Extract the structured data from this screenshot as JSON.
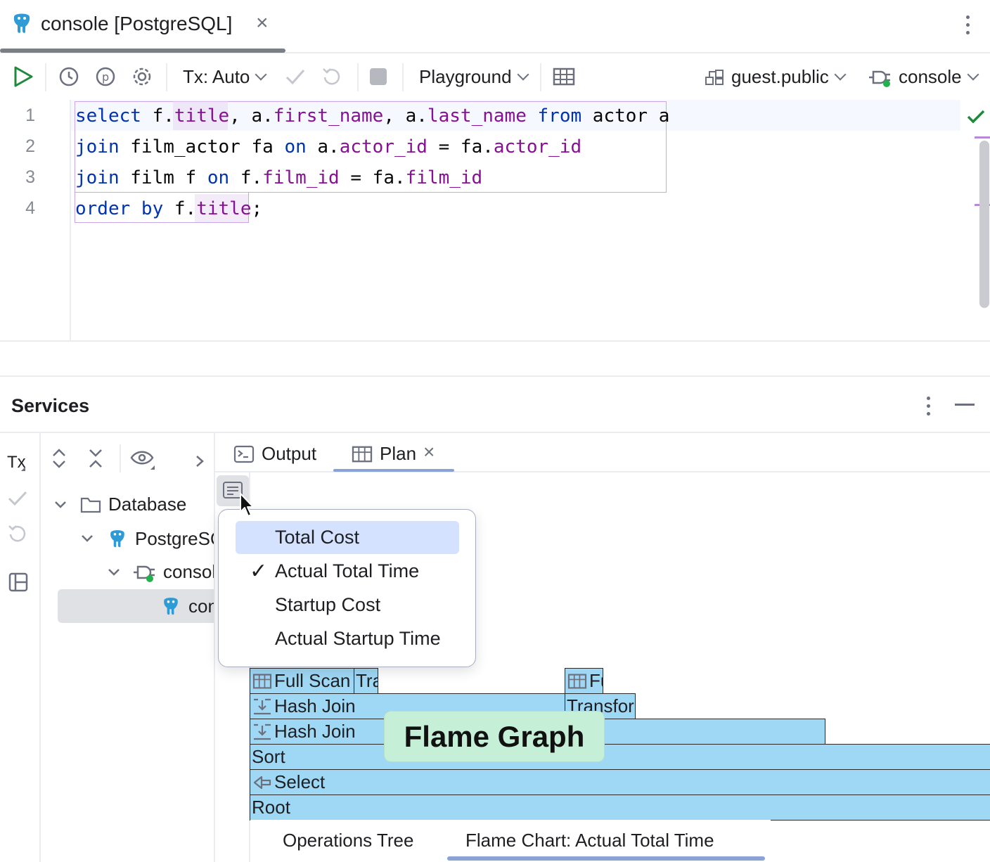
{
  "file_tab": {
    "title": "console [PostgreSQL]",
    "close": "×"
  },
  "toolbar": {
    "tx_label": "Tx: Auto",
    "playground_label": "Playground",
    "schema_label": "guest.public",
    "session_label": "console"
  },
  "editor": {
    "line_numbers": [
      "1",
      "2",
      "3",
      "4"
    ],
    "lines": [
      [
        {
          "t": "select",
          "c": "kw"
        },
        {
          "t": " f.",
          "c": ""
        },
        {
          "t": "title",
          "c": "fld"
        },
        {
          "t": ", a.",
          "c": ""
        },
        {
          "t": "first_name",
          "c": "fld"
        },
        {
          "t": ", a.",
          "c": ""
        },
        {
          "t": "last_name",
          "c": "fld"
        },
        {
          "t": " ",
          "c": ""
        },
        {
          "t": "from",
          "c": "kw"
        },
        {
          "t": " actor a",
          "c": ""
        }
      ],
      [
        {
          "t": "join",
          "c": "kw"
        },
        {
          "t": " film_actor fa ",
          "c": ""
        },
        {
          "t": "on",
          "c": "kw"
        },
        {
          "t": " a.",
          "c": ""
        },
        {
          "t": "actor_id",
          "c": "fld"
        },
        {
          "t": " = fa.",
          "c": ""
        },
        {
          "t": "actor_id",
          "c": "fld"
        }
      ],
      [
        {
          "t": "join",
          "c": "kw"
        },
        {
          "t": " film f ",
          "c": ""
        },
        {
          "t": "on",
          "c": "kw"
        },
        {
          "t": " f.",
          "c": ""
        },
        {
          "t": "film_id",
          "c": "fld"
        },
        {
          "t": " = fa.",
          "c": ""
        },
        {
          "t": "film_id",
          "c": "fld"
        }
      ],
      [
        {
          "t": "order by",
          "c": "kw"
        },
        {
          "t": " f.",
          "c": ""
        },
        {
          "t": "title",
          "c": "fld"
        },
        {
          "t": ";",
          "c": ""
        }
      ]
    ]
  },
  "services": {
    "title": "Services",
    "tx_label": "Tx",
    "tree": [
      {
        "label": "Database",
        "icon": "folder-icon"
      },
      {
        "label": "PostgreSQL",
        "icon": "postgresql-icon"
      },
      {
        "label": "console",
        "icon": "session-icon"
      },
      {
        "label": "console",
        "icon": "postgresql-icon"
      }
    ]
  },
  "plan_tabs": {
    "output": "Output",
    "plan": "Plan"
  },
  "popup_menu": {
    "items": [
      "Total Cost",
      "Actual Total Time",
      "Startup Cost",
      "Actual Startup Time"
    ],
    "highlighted": "Total Cost",
    "checked": "Actual Total Time",
    "check_glyph": "✓"
  },
  "flame_graph": {
    "label": "Flame Graph",
    "nodes": {
      "full_scan_1": "Full Scan",
      "transform_1": "Transform",
      "full_scan_2": "Full Scan",
      "transform_2": "Transform",
      "hash_join_1": "Hash Join",
      "hash_join_2": "Hash Join",
      "sort": "Sort",
      "select": "Select",
      "root": "Root"
    },
    "fill_color": "#9fd8f5"
  },
  "bottom_tabs": {
    "operations_tree": "Operations Tree",
    "flame_chart": "Flame Chart: Actual Total Time"
  }
}
